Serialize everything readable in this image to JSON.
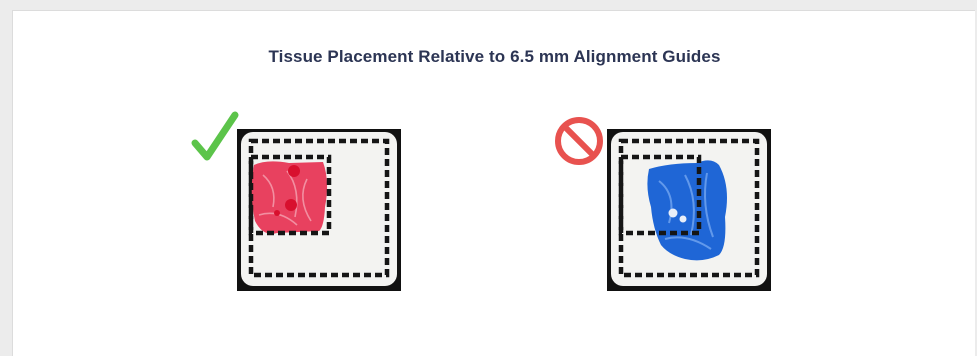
{
  "figure": {
    "title": "Tissue Placement Relative to 6.5 mm Alignment Guides"
  },
  "panels": [
    {
      "status": "correct",
      "icon": "checkmark-icon",
      "icon_color": "#5cc44a",
      "tissue_color": "#e8415f"
    },
    {
      "status": "incorrect",
      "icon": "prohibited-icon",
      "icon_color": "#e8524f",
      "tissue_color": "#1f66d6"
    }
  ]
}
